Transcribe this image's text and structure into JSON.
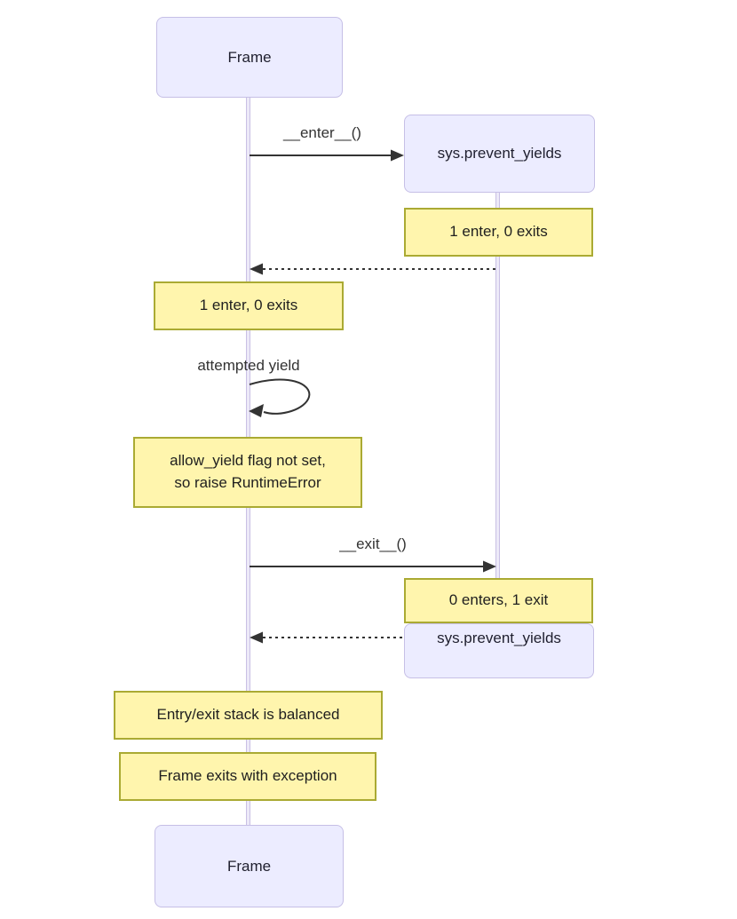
{
  "diagram": {
    "type": "sequence",
    "actors": {
      "frame": {
        "label": "Frame"
      },
      "sys": {
        "label": "sys.prevent_yields"
      }
    },
    "messages": {
      "enter": {
        "label": "__enter__()",
        "from": "Frame",
        "to": "sys.prevent_yields",
        "style": "solid"
      },
      "return_1": {
        "label": "",
        "from": "sys.prevent_yields",
        "to": "Frame",
        "style": "dashed"
      },
      "self_loop": {
        "label": "attempted yield",
        "from": "Frame",
        "to": "Frame",
        "style": "self"
      },
      "exit": {
        "label": "__exit__()",
        "from": "Frame",
        "to": "sys.prevent_yields",
        "style": "solid"
      },
      "return_2": {
        "label": "",
        "from": "sys.prevent_yields",
        "to": "Frame",
        "style": "dashed"
      }
    },
    "notes": {
      "right_1": {
        "text": "1 enter, 0 exits"
      },
      "left_1": {
        "text": "1 enter, 0 exits"
      },
      "left_2": {
        "lines": [
          "allow_yield flag not set,",
          "so raise RuntimeError"
        ]
      },
      "right_2": {
        "text": "0 enters, 1 exit"
      },
      "left_3": {
        "text": "Entry/exit stack is balanced"
      },
      "left_4": {
        "text": "Frame exits with exception"
      }
    },
    "colors": {
      "actor_fill": "#ECECFF",
      "actor_border": "#C6BFE6",
      "note_fill": "#FFF5AD",
      "note_border": "#AAAA33",
      "lifeline": "#C9C0E4",
      "arrow": "#333333",
      "text": "#1F1F1F",
      "background": "#FFFFFF"
    }
  }
}
